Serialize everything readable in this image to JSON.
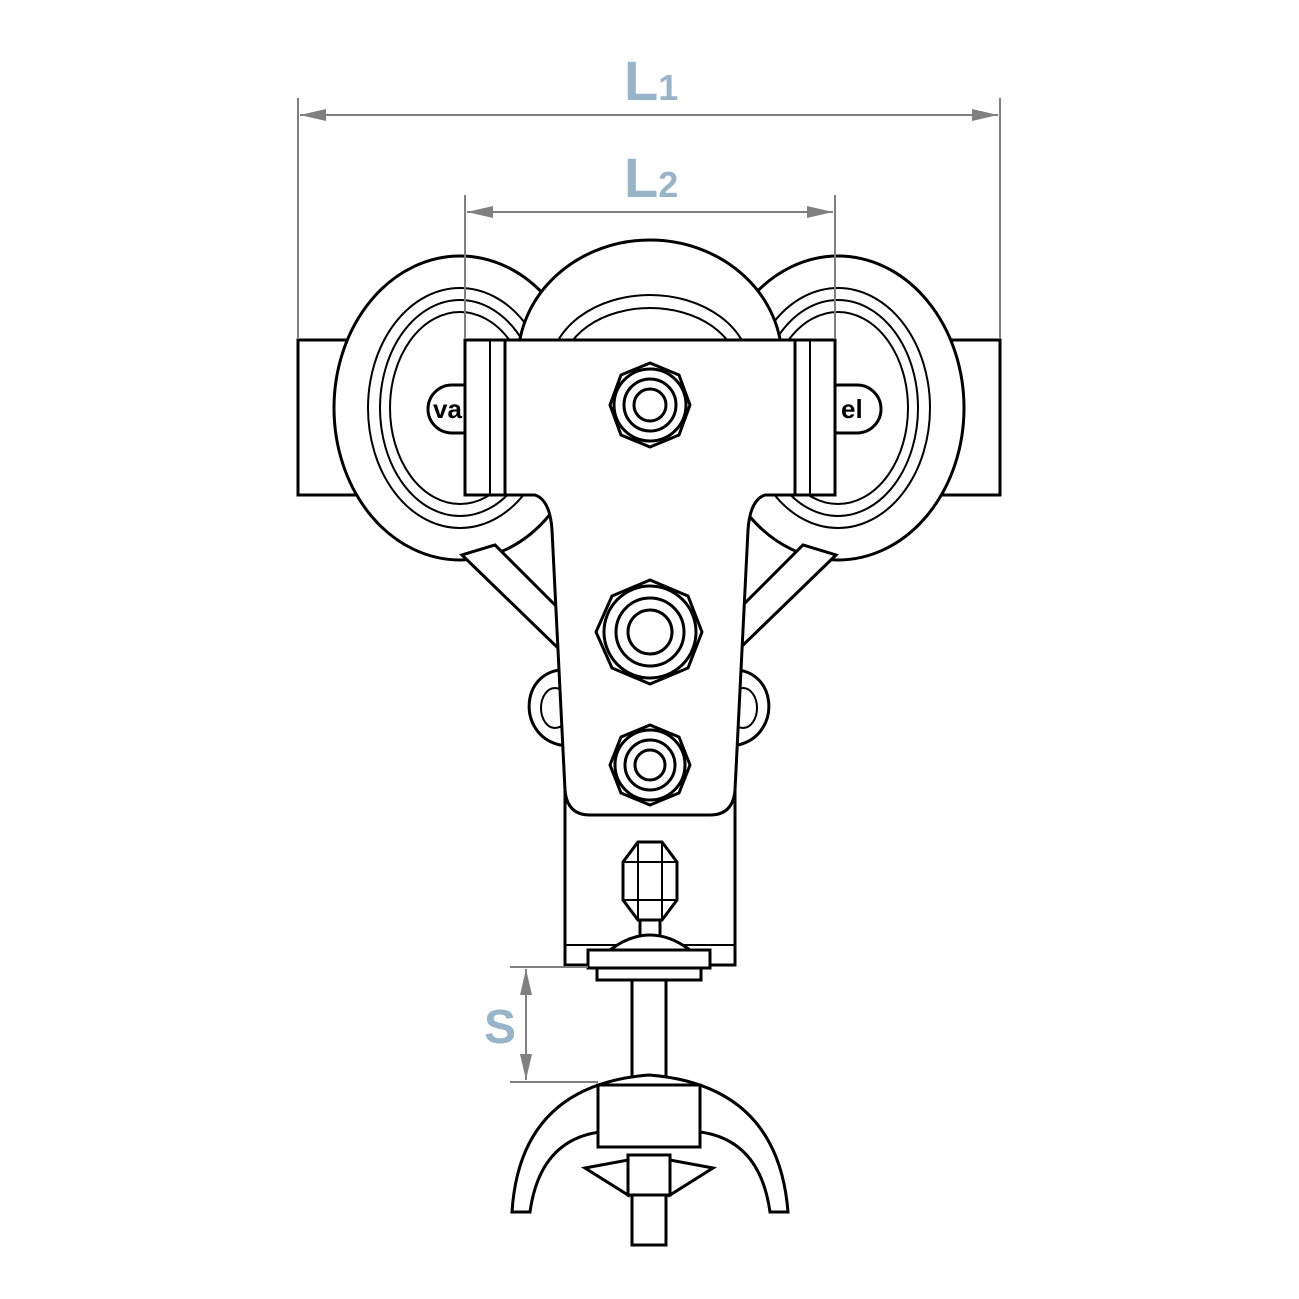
{
  "drawing": {
    "dimensions": [
      {
        "id": "L1",
        "label_main": "L",
        "label_sub": "1"
      },
      {
        "id": "L2",
        "label_main": "L",
        "label_sub": "2"
      },
      {
        "id": "S",
        "label_main": "S",
        "label_sub": ""
      }
    ],
    "logo_fragments": {
      "left": "va",
      "right": "el"
    },
    "colors": {
      "line": "#000000",
      "dimension_line": "#808080",
      "dimension_label": "#98b4c8"
    }
  }
}
